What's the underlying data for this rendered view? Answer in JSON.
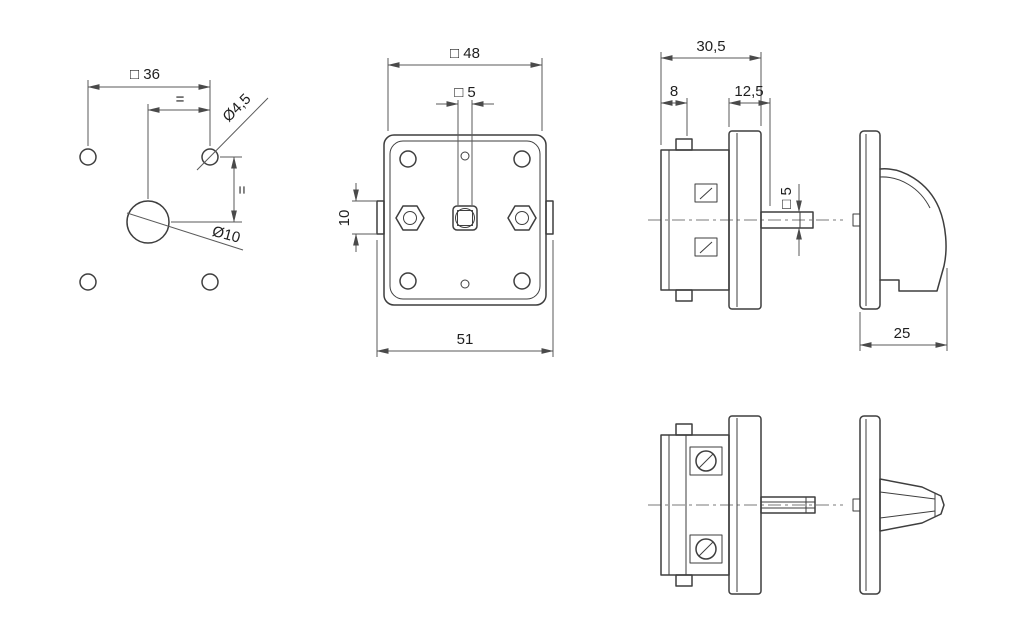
{
  "drawing": {
    "drill_pattern": {
      "square36": "□ 36",
      "equal_top": "=",
      "equal_right": "=",
      "dia_4_5": "Ø4,5",
      "dia_10": "Ø10"
    },
    "front_view": {
      "square48": "□ 48",
      "square5": "□ 5",
      "dim10": "10",
      "dim51": "51"
    },
    "side_view": {
      "dim30_5": "30,5",
      "dim8": "8",
      "dim12_5": "12,5",
      "square5": "□ 5",
      "dim25": "25"
    }
  }
}
